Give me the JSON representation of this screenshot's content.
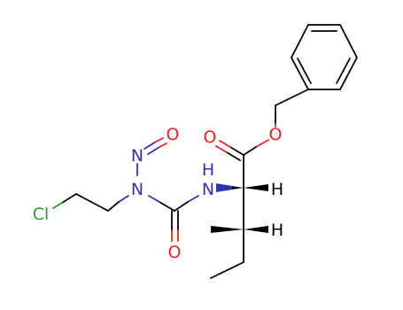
{
  "molecule": {
    "atoms": {
      "oxygen_nitroso": "O",
      "nitrogen_nitroso": "N",
      "nitrogen_urea": "N",
      "chlorine": "Cl",
      "nitrogen_amide": "N",
      "hydrogen_amide": "H",
      "oxygen_urea": "O",
      "oxygen_carbonyl": "O",
      "oxygen_ester": "O",
      "hydrogen_alpha": "H",
      "hydrogen_beta": "H"
    },
    "colors": {
      "oxygen": "#e8242a",
      "nitrogen": "#3333a8",
      "chlorine": "#2e9a2e",
      "carbon_bond": "#000000",
      "hydrogen": "#000000"
    }
  }
}
